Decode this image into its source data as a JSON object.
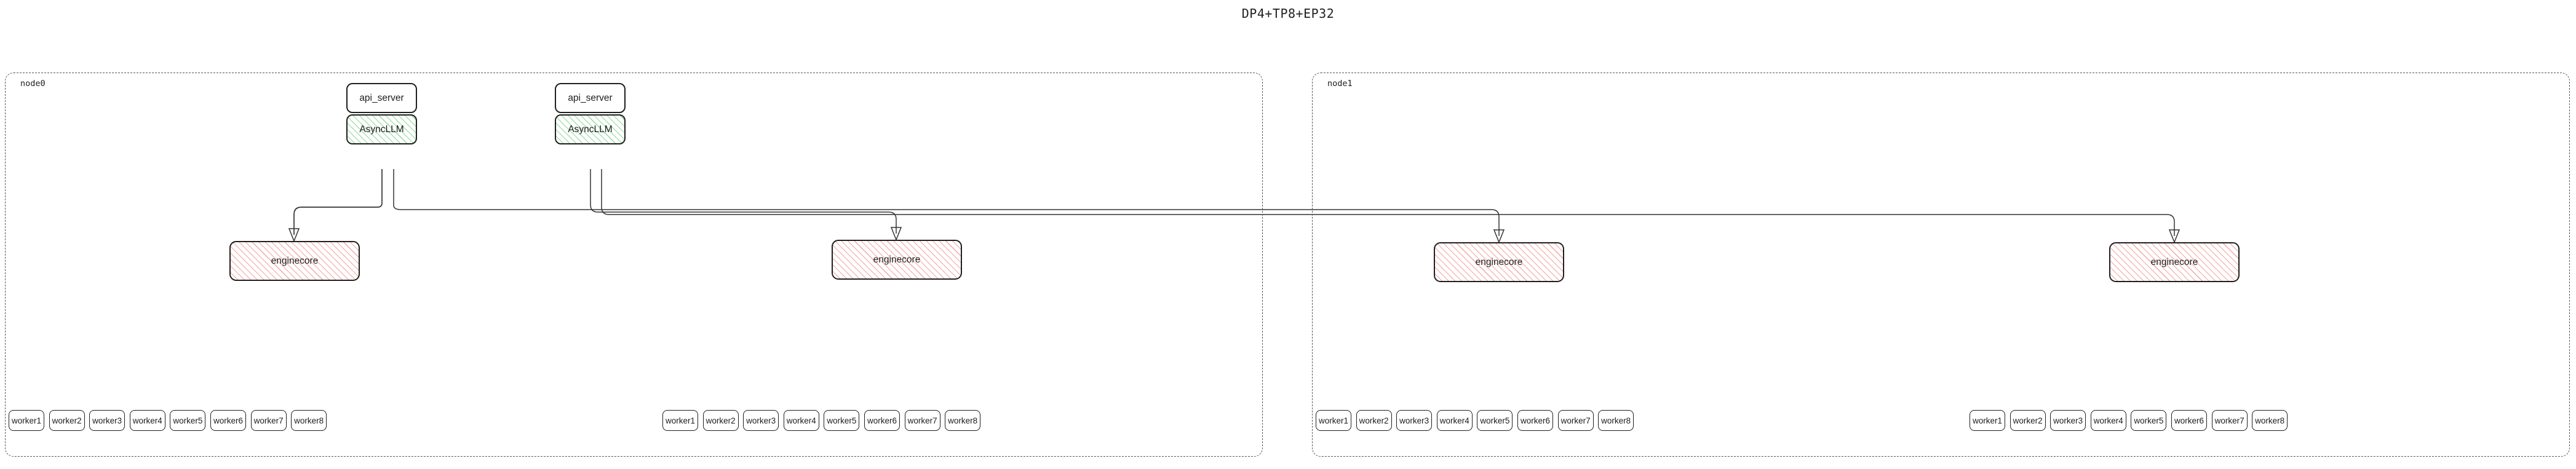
{
  "title": "DP4+TP8+EP32",
  "colors": {
    "async_hatch": "#8fd89a",
    "engine_hatch": "#f4a5a0",
    "box_border": "#1f1f1f",
    "cluster_border": "#555555",
    "edge_stroke": "#333333",
    "background": "#ffffff",
    "text": "#1d1d1d"
  },
  "labels": {
    "api_server": "api_server",
    "async_llm": "AsyncLLM",
    "enginecore": "enginecore"
  },
  "nodes": [
    {
      "id": "node0",
      "label": "node0",
      "api_servers": [
        {
          "label": "api_server"
        },
        {
          "label": "api_server"
        }
      ],
      "async_llms": [
        {
          "label": "AsyncLLM"
        },
        {
          "label": "AsyncLLM"
        }
      ],
      "engine_cores": [
        {
          "label": "enginecore"
        },
        {
          "label": "enginecore"
        }
      ],
      "worker_groups": [
        {
          "workers": [
            "worker1",
            "worker2",
            "worker3",
            "worker4",
            "worker5",
            "worker6",
            "worker7",
            "worker8"
          ]
        },
        {
          "workers": [
            "worker1",
            "worker2",
            "worker3",
            "worker4",
            "worker5",
            "worker6",
            "worker7",
            "worker8"
          ]
        }
      ]
    },
    {
      "id": "node1",
      "label": "node1",
      "api_servers": [],
      "async_llms": [],
      "engine_cores": [
        {
          "label": "enginecore"
        },
        {
          "label": "enginecore"
        }
      ],
      "worker_groups": [
        {
          "workers": [
            "worker1",
            "worker2",
            "worker3",
            "worker4",
            "worker5",
            "worker6",
            "worker7",
            "worker8"
          ]
        },
        {
          "workers": [
            "worker1",
            "worker2",
            "worker3",
            "worker4",
            "worker5",
            "worker6",
            "worker7",
            "worker8"
          ]
        }
      ]
    }
  ]
}
